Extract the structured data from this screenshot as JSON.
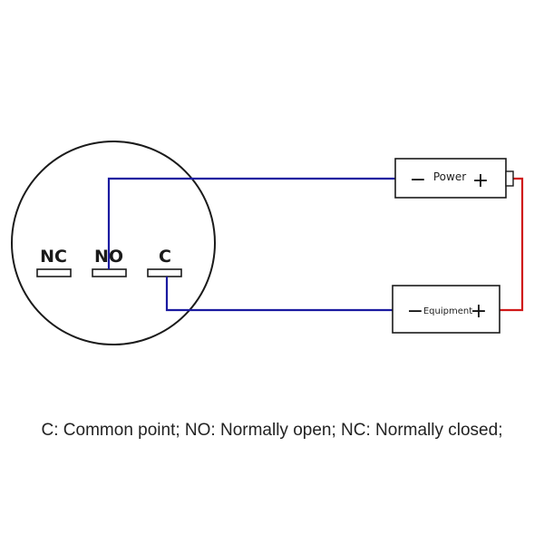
{
  "terminals": {
    "nc": "NC",
    "no": "NO",
    "c": "C"
  },
  "power_box": {
    "minus": "−",
    "label": "Power",
    "plus": "+"
  },
  "equipment_box": {
    "minus": "−",
    "label": "Equipment",
    "plus": "+"
  },
  "caption": "C: Common point; NO: Normally open; NC: Normally closed;",
  "colors": {
    "negative_wire": "#1a1aa0",
    "positive_wire": "#d01818",
    "outline": "#1a1a1a"
  }
}
